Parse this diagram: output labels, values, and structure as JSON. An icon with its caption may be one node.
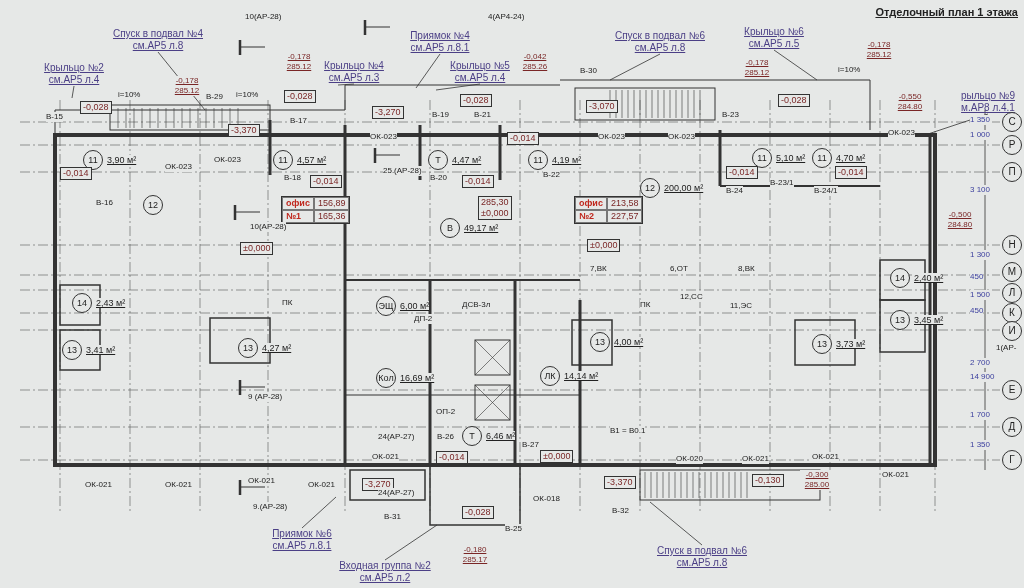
{
  "diagram": {
    "title": "Отделочный план 1 этажа",
    "nodes": [
      {
        "text": [
          "Спуск в подвал №4 см.АР5 л.8"
        ]
      },
      {
        "text": [
          "Крыльцо №2 см.АР5 л.4"
        ]
      },
      {
        "text": [
          "Приямок №4 см.АР5 л.8.1"
        ]
      },
      {
        "text": [
          "Крыльцо №4 см.АР5 л.3"
        ]
      },
      {
        "text": [
          "Крыльцо №5 см.АР5 л.4"
        ]
      },
      {
        "text": [
          "Спуск в подвал №6 см.АР5 л.8"
        ]
      },
      {
        "text": [
          "Крыльцо №6 см.АР5 л.5"
        ]
      },
      {
        "text": [
          "рыльцо №9 м.АР8 л.4.1"
        ]
      },
      {
        "text": [
          "Приямок №6 см.АР5 л.8.1"
        ]
      },
      {
        "text": [
          "Входная группа №2 см.АР5 л.2"
        ]
      },
      {
        "text": [
          "Спуск в подвал №6 см.АР5 л.8"
        ]
      },
      {
        "text": [
          "11"
        ],
        "beside": [
          "3,90 м²"
        ]
      },
      {
        "text": [
          "11"
        ],
        "beside": [
          "4,57 м²"
        ]
      },
      {
        "text": [
          "Т"
        ],
        "beside": [
          "4,47 м²"
        ]
      },
      {
        "text": [
          "11"
        ],
        "beside": [
          "4,19 м²"
        ]
      },
      {
        "text": [
          "11"
        ],
        "beside": [
          "5,10 м²"
        ]
      },
      {
        "text": [
          "11"
        ],
        "beside": [
          "4,70 м²"
        ]
      },
      {
        "text": [
          "12"
        ]
      },
      {
        "text": [
          "В"
        ],
        "beside": [
          "49,17 м²"
        ]
      },
      {
        "text": [
          "12"
        ],
        "beside": [
          "200,00 м²"
        ]
      },
      {
        "text": [
          "14"
        ],
        "beside": [
          "2,43 м²"
        ]
      },
      {
        "text": [
          "13"
        ],
        "beside": [
          "3,41 м²"
        ]
      },
      {
        "text": [
          "13"
        ],
        "beside": [
          "4,27 м²"
        ]
      },
      {
        "text": [
          "ЭЩ"
        ],
        "beside": [
          "6,00 м²"
        ]
      },
      {
        "text": [
          "Кол"
        ],
        "beside": [
          "16,69 м²"
        ]
      },
      {
        "text": [
          "ЛК"
        ],
        "beside": [
          "14,14 м²"
        ]
      },
      {
        "text": [
          "13"
        ],
        "beside": [
          "4,00 м²"
        ]
      },
      {
        "text": [
          "13"
        ],
        "beside": [
          "3,73 м²"
        ]
      },
      {
        "text": [
          "14"
        ],
        "beside": [
          "2,40 м²"
        ]
      },
      {
        "text": [
          "13"
        ],
        "beside": [
          "3,45 м²"
        ]
      },
      {
        "text": [
          "Т"
        ],
        "beside": [
          "6,46 м²"
        ]
      },
      {
        "text": [
          "С"
        ]
      },
      {
        "text": [
          "Р"
        ]
      },
      {
        "text": [
          "П"
        ]
      },
      {
        "text": [
          "Н"
        ]
      },
      {
        "text": [
          "М"
        ]
      },
      {
        "text": [
          "Л"
        ]
      },
      {
        "text": [
          "К"
        ]
      },
      {
        "text": [
          "И"
        ]
      },
      {
        "text": [
          "Е"
        ]
      },
      {
        "text": [
          "Д"
        ]
      },
      {
        "text": [
          "Г"
        ]
      },
      {
        "text": [
          "офис",
          "156,89",
          "№1",
          "165,36"
        ]
      },
      {
        "text": [
          "офис",
          "213,58",
          "№2",
          "227,57"
        ]
      },
      {
        "text": [
          "-0,028"
        ]
      },
      {
        "text": [
          "-3,370"
        ]
      },
      {
        "text": [
          "-0,028"
        ]
      },
      {
        "text": [
          "-3,270"
        ]
      },
      {
        "text": [
          "-0,028"
        ]
      },
      {
        "text": [
          "-3,070"
        ]
      },
      {
        "text": [
          "-0,028"
        ]
      },
      {
        "text": [
          "-0,014"
        ]
      },
      {
        "text": [
          "-0,014"
        ]
      },
      {
        "text": [
          "-0,014"
        ]
      },
      {
        "text": [
          "-0,014"
        ]
      },
      {
        "text": [
          "-0,014"
        ]
      },
      {
        "text": [
          "-0,014"
        ]
      },
      {
        "text": [
          "±0,000"
        ]
      },
      {
        "text": [
          "±0,000"
        ]
      },
      {
        "text": [
          "285,30",
          "±0,000"
        ]
      },
      {
        "text": [
          "-0,014"
        ]
      },
      {
        "text": [
          "-3,270"
        ]
      },
      {
        "text": [
          "-0,028"
        ]
      },
      {
        "text": [
          "-3,370"
        ]
      },
      {
        "text": [
          "-0,130"
        ]
      },
      {
        "text": [
          "±0,000"
        ]
      }
    ],
    "edges": [
      {
        "from": 0,
        "to": null,
        "arrow": "none"
      },
      {
        "from": 1,
        "to": null,
        "arrow": "none"
      },
      {
        "from": 2,
        "to": null,
        "arrow": "none"
      },
      {
        "from": 3,
        "to": null,
        "arrow": "none"
      },
      {
        "from": 4,
        "to": null,
        "arrow": "none"
      },
      {
        "from": 5,
        "to": null,
        "arrow": "none"
      },
      {
        "from": 6,
        "to": null,
        "arrow": "none"
      },
      {
        "from": 7,
        "to": null,
        "arrow": "none"
      },
      {
        "from": 8,
        "to": null,
        "arrow": "none"
      },
      {
        "from": 9,
        "to": null,
        "arrow": "none"
      },
      {
        "from": 10,
        "to": null,
        "arrow": "none"
      }
    ],
    "labels": [
      "10(АР-28)",
      "4(АР4-24)",
      "-0,178 285.12",
      "i=10%",
      "i=10%",
      "-0,178 285.12",
      "-0,042 285.26",
      "-0,178 285.12",
      "-0,178 285.12",
      "i=10%",
      "-0,550 284.80",
      "В-15",
      "В-29",
      "В-17",
      "В-19",
      "В-21",
      "В-30",
      "В-23",
      "ОК-023",
      "ОК-023",
      "ОК-023",
      "ОК-023",
      "ОК-023",
      "ОК-023",
      "В-18",
      "В-20",
      "В-22",
      "В-24",
      "В-23/1",
      "В-24/1",
      "25.(АР-28)",
      "В-16",
      "10(АР-28)",
      "-0,500 284.80",
      "7,ВК",
      "6,ОТ",
      "8,ВК",
      "12,СС",
      "11,ЭС",
      "ПК",
      "ПК",
      "ДП-2",
      "ДСВ-3л",
      "ОП-2",
      "1 350",
      "1 000",
      "3 100",
      "1 300",
      "450",
      "1 500",
      "450",
      "2 700",
      "14 900",
      "1 700",
      "1 350",
      "1(АР-",
      "9 (АР-28)",
      "24(АР-27)",
      "В-26",
      "В-27",
      "ОК-021",
      "ОК-021",
      "ОК-021",
      "ОК-021",
      "ОК-021",
      "ОК-018",
      "ОК-020",
      "ОК-021",
      "ОК-021",
      "ОК-021",
      "9.(АР-28)",
      "24(АР-27)",
      "В-31",
      "В-25",
      "В-32",
      "В1 = В0.1",
      "-0,300 285.00",
      "-0,180 285.17"
    ]
  }
}
